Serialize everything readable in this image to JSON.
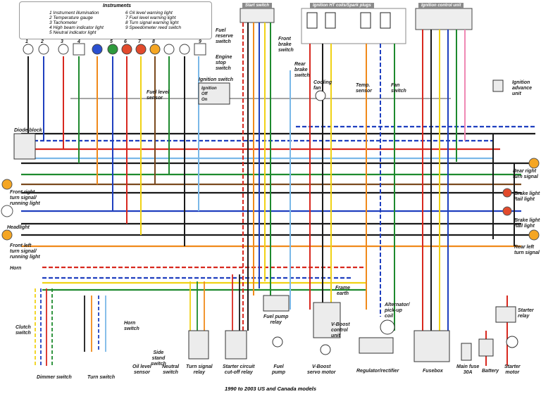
{
  "footer": "1990 to 2003 US and Canada models",
  "instruments": {
    "title": "Instruments",
    "legend_left": [
      "1  Instrument illumination",
      "2  Temperature gauge",
      "3  Tachometer",
      "4  High beam indicator light",
      "5  Neutral indicator light"
    ],
    "legend_right": [
      "6  Oil level warning light",
      "7  Fuel level warning light",
      "8  Turn signal warning light",
      "9  Speedometer reed switch"
    ],
    "bulbs": [
      "1",
      "2",
      "3",
      "4",
      "5",
      "6",
      "7",
      "8",
      "9"
    ]
  },
  "top_boxes": {
    "start_switch": "Start switch",
    "ignition_coils": "Ignition HT coils/Spark plugs",
    "ignition_control": "Ignition control unit"
  },
  "labels": {
    "fuel_reserve": "Fuel\nreserve\nswitch",
    "engine_stop": "Engine\nstop\nswitch",
    "front_brake": "Front\nbrake\nswitch",
    "rear_brake": "Rear\nbrake\nswitch",
    "cooling_fan": "Cooling\nfan",
    "temp_sensor": "Temp.\nsensor",
    "fan_switch": "Fan\nswitch",
    "ignition_advance": "Ignition\nadvance\nunit",
    "fuel_level": "Fuel level\nsensor",
    "ignition_switch": "Ignition switch",
    "diode_block": "Diode block",
    "front_right": "Front right\nturn signal/\nrunning light",
    "headlight": "Headlight",
    "front_left": "Front left\nturn signal/\nrunning light",
    "horn": "Horn",
    "clutch": "Clutch\nswitch",
    "dimmer": "Dimmer switch",
    "turn_switch": "Turn switch",
    "horn_switch": "Horn\nswitch",
    "oil_level": "Oil level\nsensor",
    "side_stand": "Side\nstand\nswitch",
    "neutral": "Neutral\nswitch",
    "turn_relay": "Turn signal\nrelay",
    "starter_cutoff": "Starter circuit\ncut-off relay",
    "fuel_pump_relay": "Fuel pump\nrelay",
    "fuel_pump": "Fuel\npump",
    "frame_earth": "Frame\nearth",
    "vboost_control": "V-Boost\ncontrol\nunit",
    "vboost_servo": "V-Boost\nservo motor",
    "alternator": "Alternator/\npick-up\ncoil",
    "regulator": "Regulator/rectifier",
    "fusebox": "Fusebox",
    "main_fuse": "Main fuse\n30A",
    "battery": "Battery",
    "starter_motor": "Starter\nmotor",
    "starter_relay": "Starter\nrelay",
    "rear_right": "Rear right\nturn signal",
    "brake_light_1": "Brake light\n/tail light",
    "brake_light_2": "Brake light\n/tail light",
    "rear_left": "Rear left\nturn signal"
  },
  "ignition_switch_rows": [
    "Ignition",
    "Off",
    "On"
  ],
  "colors": {
    "wire_red": "#d8281f",
    "wire_black": "#1a1a1a",
    "wire_blue": "#1f3fbf",
    "wire_green": "#1e8a2e",
    "wire_yellow": "#f0d214",
    "wire_orange": "#f08a1a",
    "wire_brown": "#7a4a1e",
    "wire_white": "#c8c8c8",
    "wire_light_blue": "#7ab8e8",
    "wire_pink": "#ef88b4",
    "bulb_amber": "#f5a623",
    "bulb_green": "#2e9a3c",
    "bulb_blue": "#2a4fd0",
    "bulb_red": "#e24a2c"
  }
}
